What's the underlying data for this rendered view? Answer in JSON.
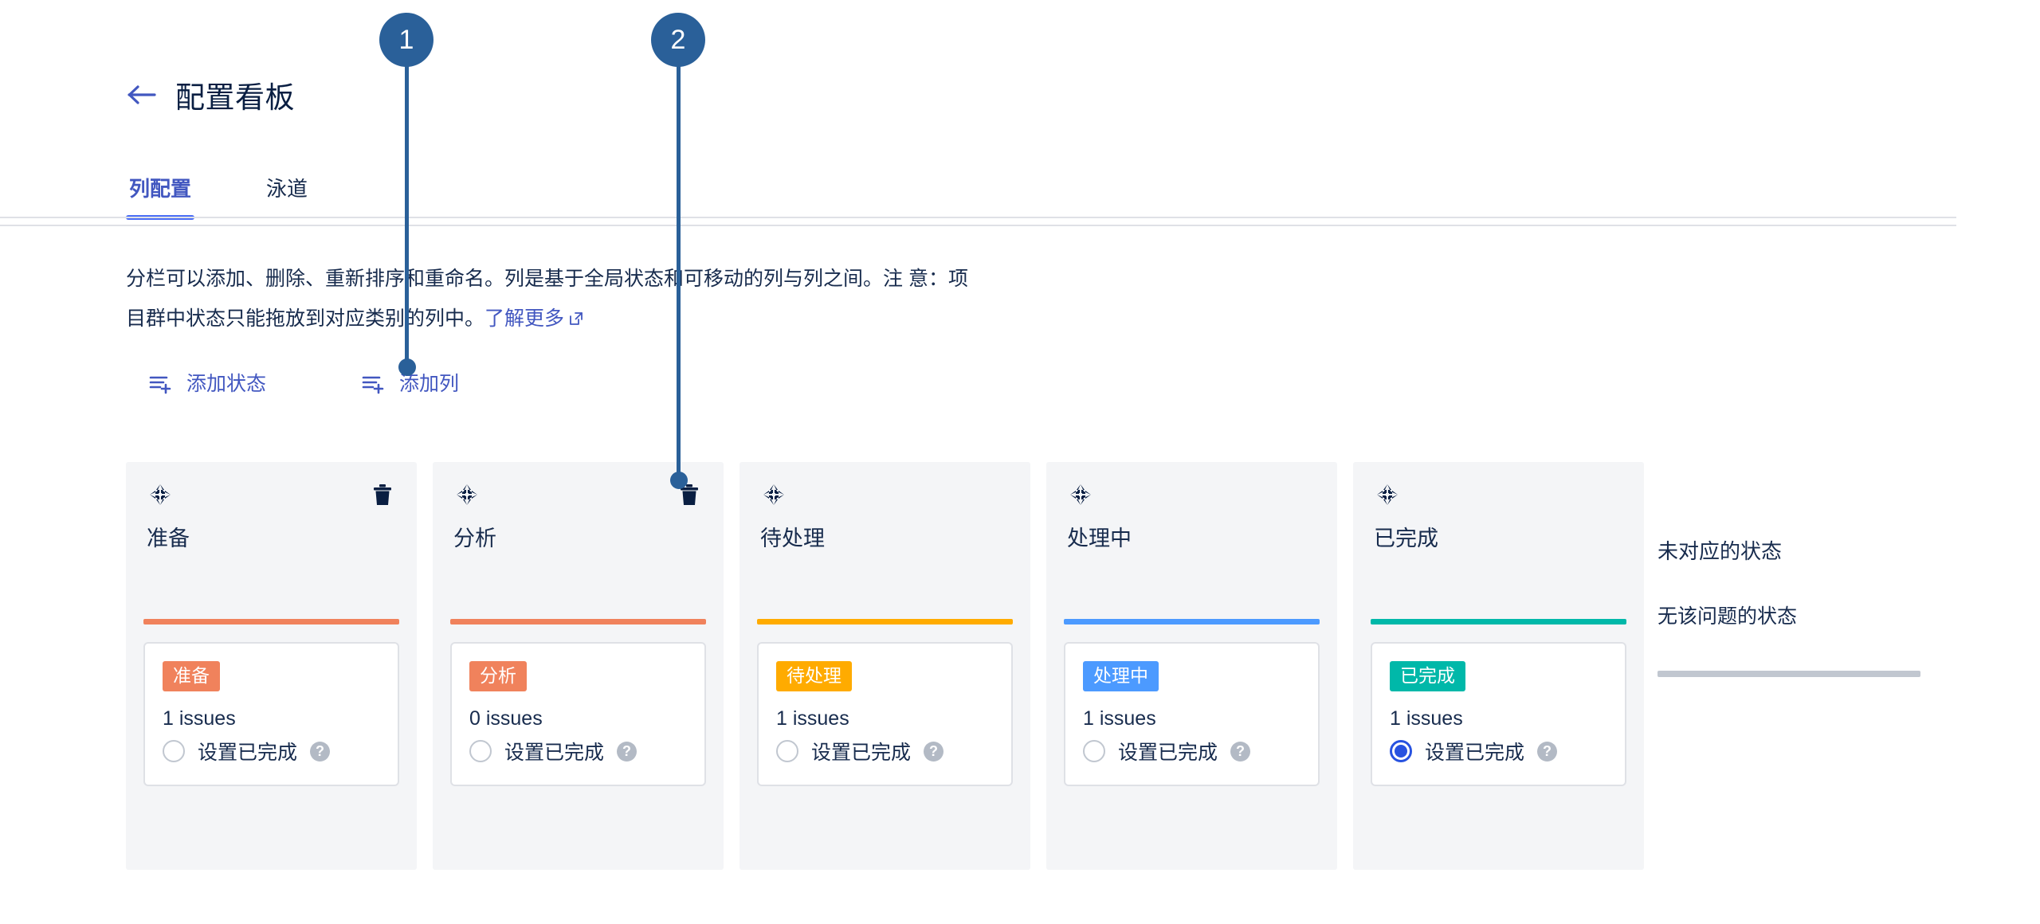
{
  "header": {
    "back_icon": "arrow-left-icon",
    "title": "配置看板"
  },
  "tabs": [
    {
      "label": "列配置",
      "active": true
    },
    {
      "label": "泳道",
      "active": false
    }
  ],
  "description": {
    "line1": "分栏可以添加、删除、重新排序和重命名。列是基于全局状态和可移动的列与列之间。注",
    "line2": "意：项目群中状态只能拖放到对应类别的列中。",
    "link_label": "了解更多",
    "link_icon": "external-link-icon"
  },
  "actions": [
    {
      "label": "添加状态",
      "icon": "list-plus-icon"
    },
    {
      "label": "添加列",
      "icon": "list-plus-icon"
    }
  ],
  "board": {
    "columns": [
      {
        "title": "准备",
        "accent_color": "#F0825C",
        "has_delete": true,
        "drag_icon": "move-arrows-icon",
        "delete_icon": "trash-icon",
        "status": {
          "badge": "准备",
          "badge_color": "#F0825C",
          "issues": "1 issues",
          "done_label": "设置已完成",
          "done_checked": false,
          "help_icon": "question-circle-icon"
        }
      },
      {
        "title": "分析",
        "accent_color": "#F0825C",
        "has_delete": true,
        "drag_icon": "move-arrows-icon",
        "delete_icon": "trash-icon",
        "status": {
          "badge": "分析",
          "badge_color": "#F0825C",
          "issues": "0 issues",
          "done_label": "设置已完成",
          "done_checked": false,
          "help_icon": "question-circle-icon"
        }
      },
      {
        "title": "待处理",
        "accent_color": "#FFAB00",
        "has_delete": false,
        "drag_icon": "move-arrows-icon",
        "delete_icon": "trash-icon",
        "status": {
          "badge": "待处理",
          "badge_color": "#FFAB00",
          "issues": "1 issues",
          "done_label": "设置已完成",
          "done_checked": false,
          "help_icon": "question-circle-icon"
        }
      },
      {
        "title": "处理中",
        "accent_color": "#4C9AFF",
        "has_delete": false,
        "drag_icon": "move-arrows-icon",
        "delete_icon": "trash-icon",
        "status": {
          "badge": "处理中",
          "badge_color": "#4C9AFF",
          "issues": "1 issues",
          "done_label": "设置已完成",
          "done_checked": false,
          "help_icon": "question-circle-icon"
        }
      },
      {
        "title": "已完成",
        "accent_color": "#00B8A9",
        "has_delete": false,
        "drag_icon": "move-arrows-icon",
        "delete_icon": "trash-icon",
        "status": {
          "badge": "已完成",
          "badge_color": "#00B8A9",
          "issues": "1 issues",
          "done_label": "设置已完成",
          "done_checked": true,
          "help_icon": "question-circle-icon"
        }
      }
    ]
  },
  "unmapped": {
    "title": "未对应的状态",
    "subtitle": "无该问题的状态"
  },
  "annotations": [
    {
      "number": "1",
      "target": "添加列"
    },
    {
      "number": "2",
      "target": "删除列"
    }
  ],
  "colors": {
    "link": "#4257C0",
    "tab_active": "#4C6EF5",
    "marker": "#2A6099",
    "radio_checked": "#2752E0",
    "column_bg": "#F4F5F7",
    "border": "#DFE1E6"
  },
  "help_glyph": "?"
}
